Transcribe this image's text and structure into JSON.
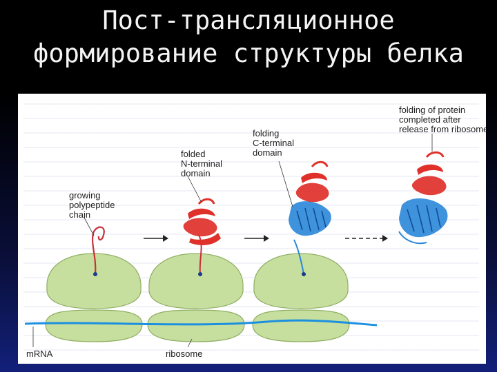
{
  "slide": {
    "title_line1": "Пост-трансляционное",
    "title_line2": "формирование структуры белка"
  },
  "diagram": {
    "labels": {
      "growing_chain_1": "growing",
      "growing_chain_2": "polypeptide",
      "growing_chain_3": "chain",
      "folded_n_1": "folded",
      "folded_n_2": "N-terminal",
      "folded_n_3": "domain",
      "folding_c_1": "folding",
      "folding_c_2": "C-terminal",
      "folding_c_3": "domain",
      "completed_1": "folding of protein",
      "completed_2": "completed after",
      "completed_3": "release from ribosome",
      "mrna": "mRNA",
      "ribosome": "ribosome"
    },
    "colors": {
      "ribosome_fill": "#c6de9e",
      "ribosome_stroke": "#8fae62",
      "mrna": "#1b8fe0",
      "n_domain": "#e0302a",
      "c_domain": "#2a86d8",
      "chain": "#c8303a"
    },
    "stages": [
      "growing-chain",
      "folded-n-terminal",
      "folding-c-terminal",
      "completed-protein"
    ]
  }
}
